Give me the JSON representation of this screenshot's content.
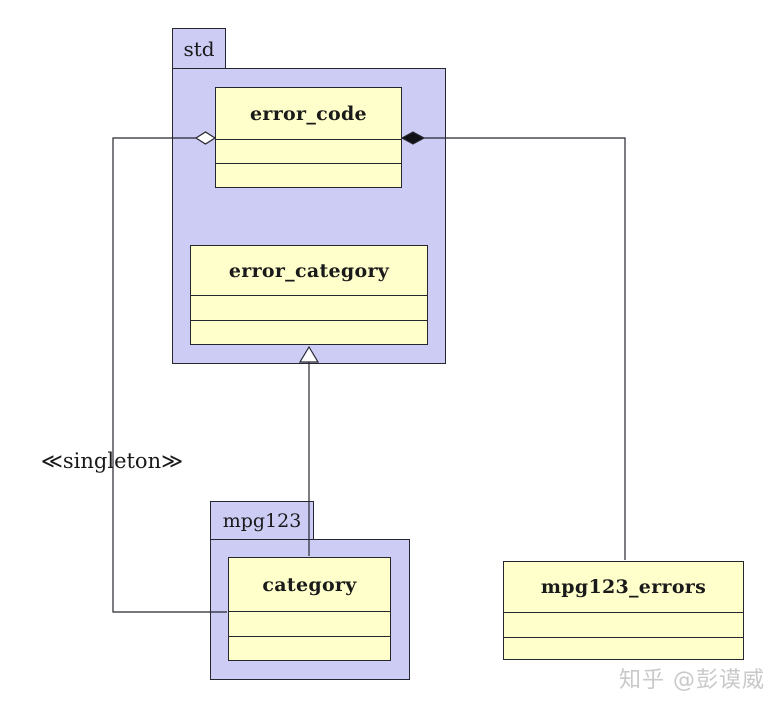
{
  "packages": {
    "std": {
      "label": "std"
    },
    "mpg123": {
      "label": "mpg123"
    }
  },
  "classes": {
    "error_code": {
      "name": "error_code"
    },
    "error_category": {
      "name": "error_category"
    },
    "category": {
      "name": "category"
    },
    "mpg123_errors": {
      "name": "mpg123_errors"
    }
  },
  "labels": {
    "stereotype": "≪singleton≫",
    "watermark": "知乎 @彭谟威"
  },
  "relationships": [
    {
      "type": "aggregation",
      "from": "category",
      "to": "error_code",
      "marker": "hollow-diamond",
      "stereotype": "≪singleton≫"
    },
    {
      "type": "composition",
      "from": "mpg123_errors",
      "to": "error_code",
      "marker": "filled-diamond"
    },
    {
      "type": "inheritance",
      "from": "category",
      "to": "error_category",
      "marker": "hollow-triangle"
    }
  ],
  "colors": {
    "package_fill": "#ccccf4",
    "class_fill": "#ffffcc",
    "line": "#26262e"
  }
}
